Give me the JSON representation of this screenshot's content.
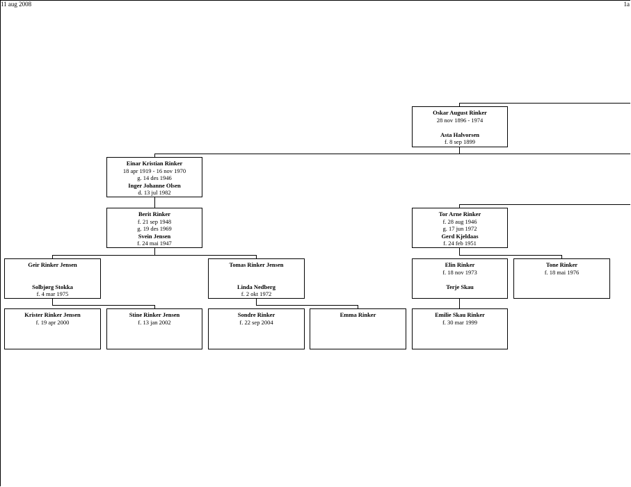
{
  "header": {
    "date": "11 aug 2008",
    "page": "1a"
  },
  "tree": {
    "oskar": {
      "name": "Oskar August Rinker",
      "dates": "28 nov 1896 - 1974",
      "spouse": "Asta Halvorsen",
      "spouse_info": "f. 8 sep 1899"
    },
    "einar": {
      "name": "Einar Kristian Rinker",
      "dates": "18 apr 1919 - 16 nov 1970",
      "marriage": "g. 14 des 1946",
      "spouse": "Inger Johanne Olsen",
      "spouse_info": "d. 13 jul 1982"
    },
    "berit": {
      "name": "Berit Rinker",
      "dates": "f. 21 sep 1948",
      "marriage": "g. 19 des 1969",
      "spouse": "Svein Jensen",
      "spouse_info": "f. 24 mai 1947"
    },
    "tor": {
      "name": "Tor Arne Rinker",
      "dates": "f. 28 aug 1946",
      "marriage": "g. 17 jun 1972",
      "spouse": "Gerd Kjeldaas",
      "spouse_info": "f. 24 feb 1951"
    },
    "geir": {
      "name": "Geir Rinker Jensen",
      "spouse": "Solbjørg Stokka",
      "spouse_info": "f. 4 mar 1975"
    },
    "tomas": {
      "name": "Tomas Rinker Jensen",
      "spouse": "Linda Nedberg",
      "spouse_info": "f. 2 okt 1972"
    },
    "elin": {
      "name": "Elin Rinker",
      "dates": "f. 18 nov 1973",
      "spouse": "Terje Skau"
    },
    "tone": {
      "name": "Tone Rinker",
      "dates": "f. 18 mai 1976"
    },
    "krister": {
      "name": "Krister Rinker Jensen",
      "dates": "f. 19 apr 2000"
    },
    "stine": {
      "name": "Stine Rinker Jensen",
      "dates": "f. 13 jan 2002"
    },
    "sondre": {
      "name": "Sondre Rinker",
      "dates": "f. 22 sep 2004"
    },
    "emma": {
      "name": "Emma Rinker"
    },
    "emilie": {
      "name": "Emilie Skau Rinker",
      "dates": "f. 30 mar 1999"
    }
  }
}
